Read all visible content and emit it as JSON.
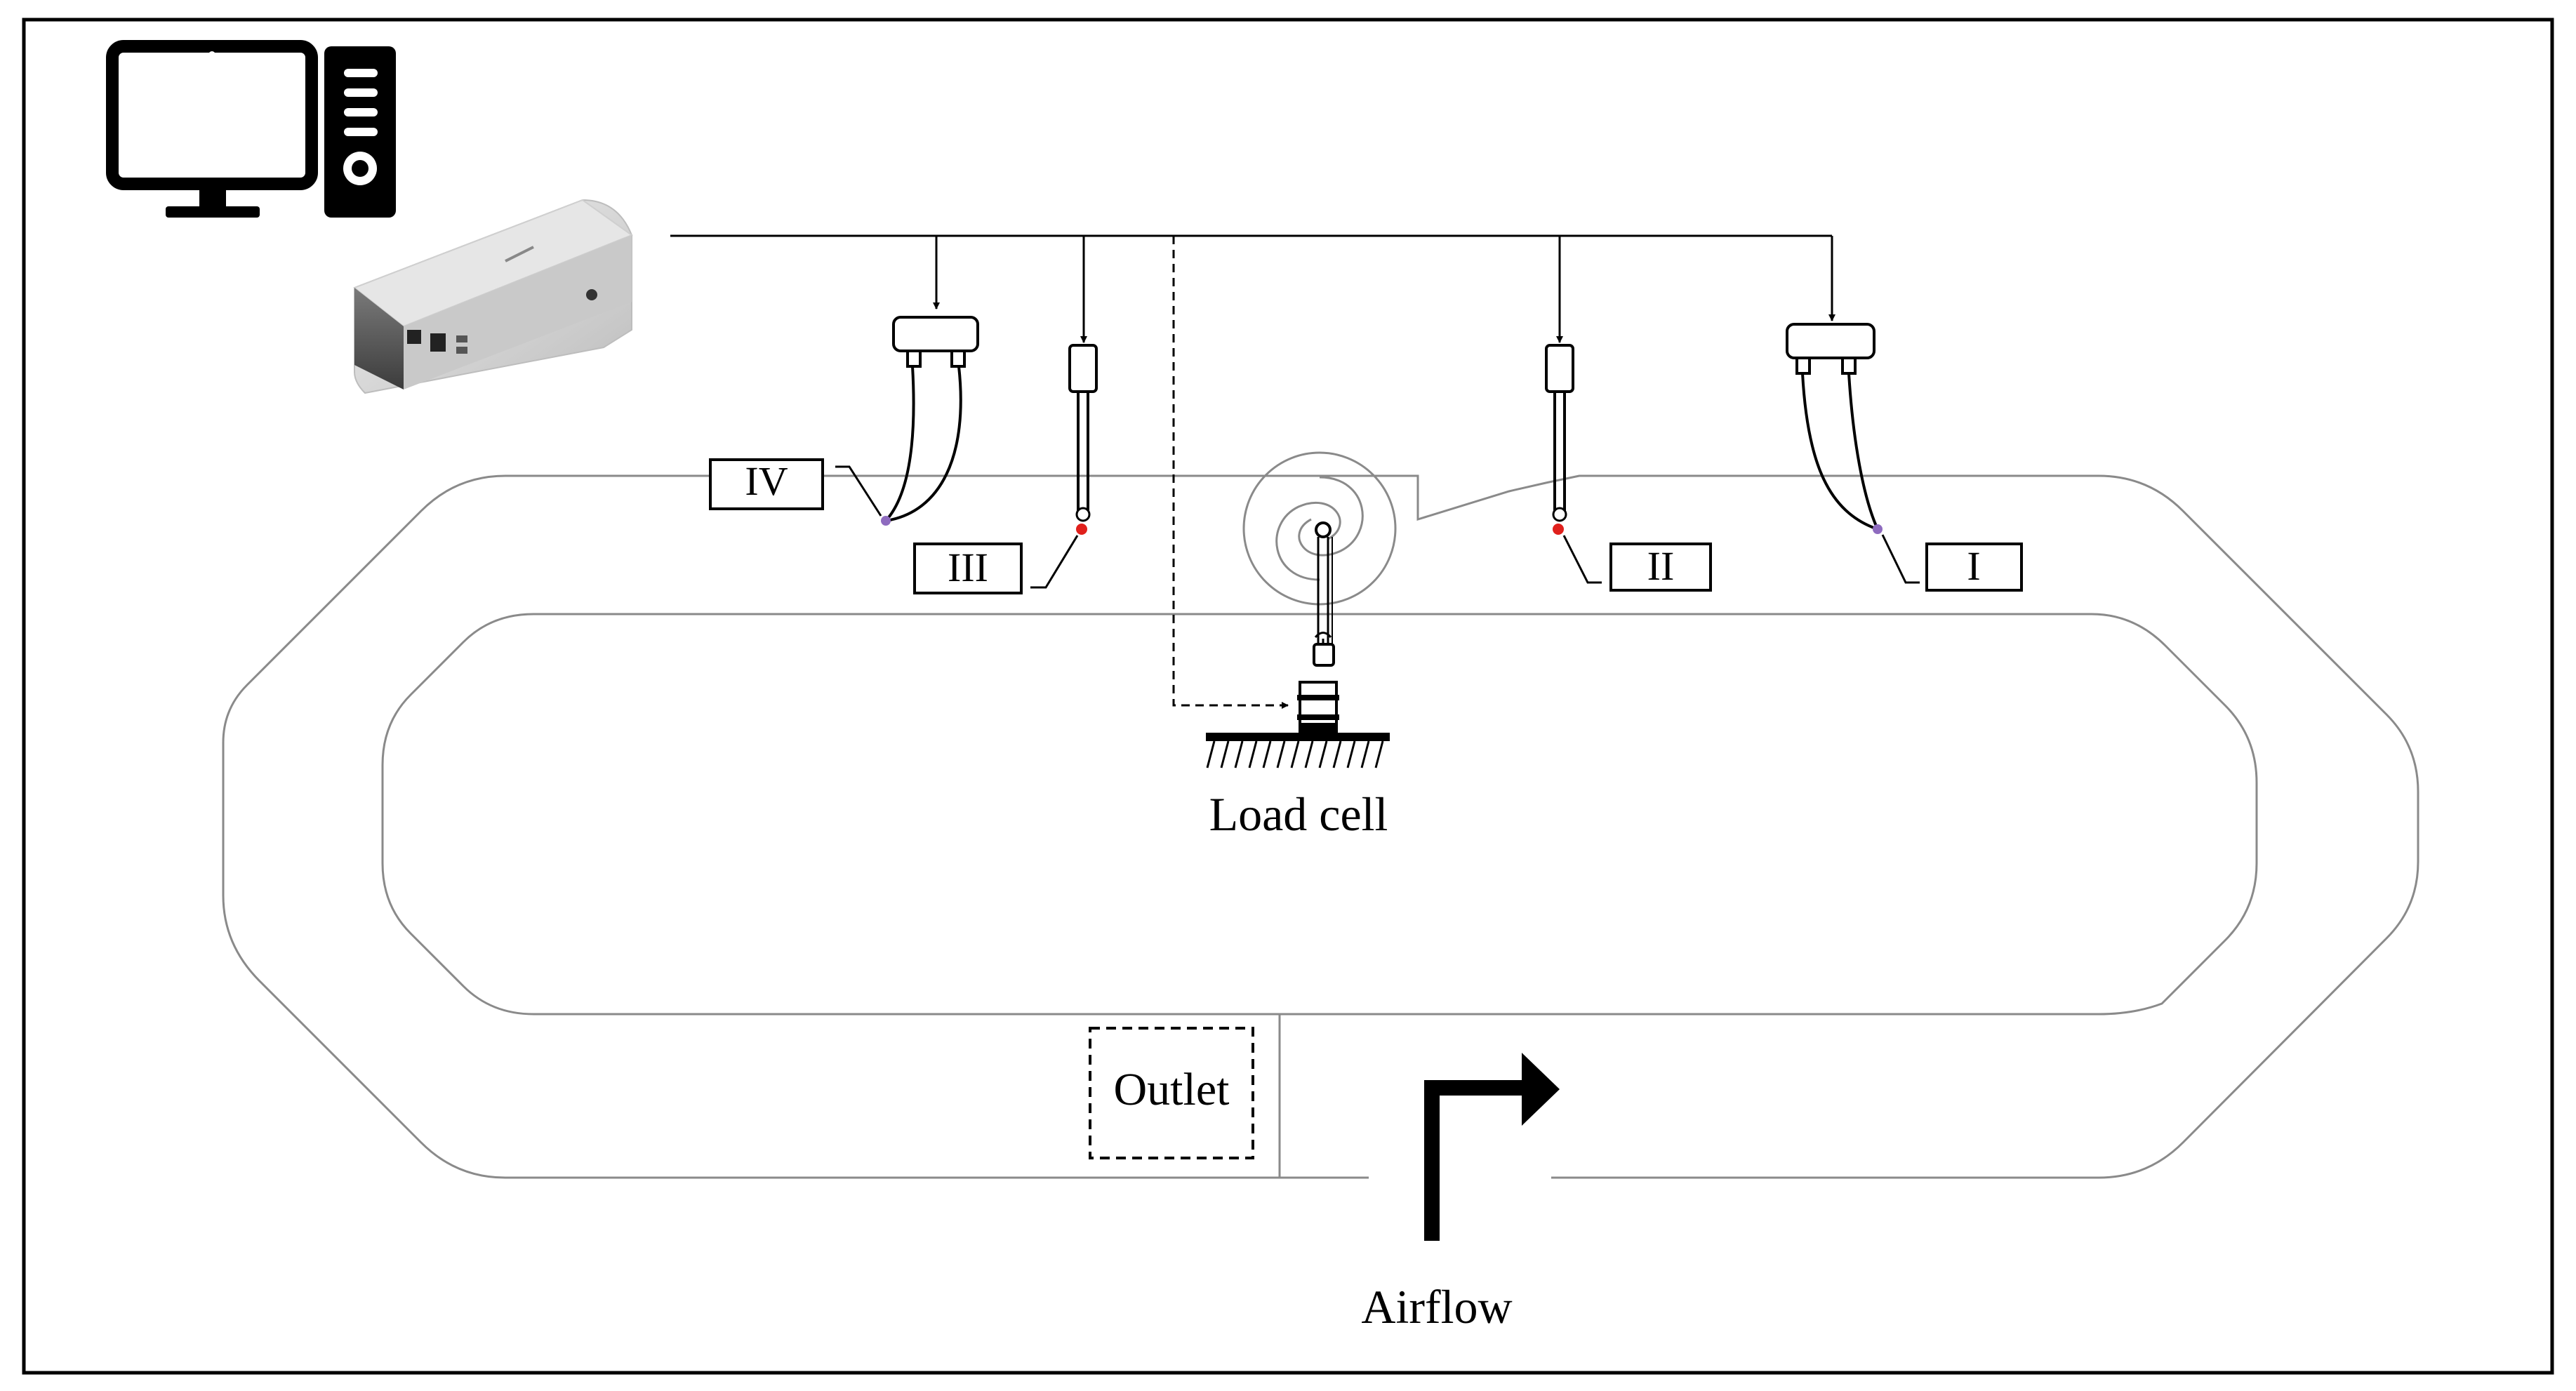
{
  "labels": {
    "probe_i": "I",
    "probe_ii": "II",
    "probe_iii": "III",
    "probe_iv": "IV",
    "load_cell": "Load cell",
    "outlet": "Outlet",
    "airflow": "Airflow"
  },
  "icons": {
    "computer": "desktop-computer-icon",
    "daq": "data-acquisition-device-icon",
    "hot_wire_probe": "hot-wire-probe-icon",
    "pitot_probe": "pitot-probe-icon",
    "load_cell": "load-cell-icon",
    "turbine": "turbine-icon",
    "airflow_arrow": "bent-arrow-icon"
  },
  "colors": {
    "red_sensor": "#e0201c",
    "purple_sensor": "#8e6bbf",
    "line": "#000000",
    "duct": "#8a8a8a"
  }
}
